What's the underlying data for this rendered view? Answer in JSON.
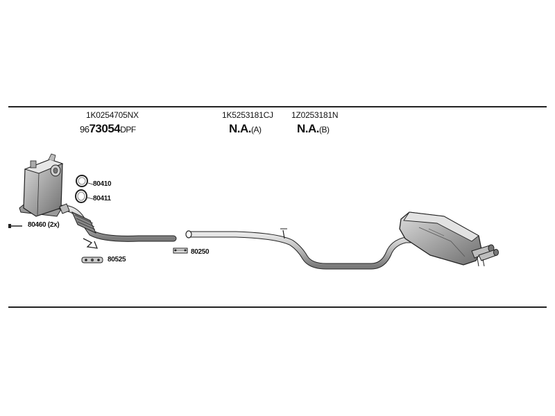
{
  "columns": [
    {
      "part_no": "1K0254705NX",
      "num_prefix": "96",
      "num_main": "73054",
      "num_suffix": "DPF"
    },
    {
      "part_no": "1K5253181CJ",
      "num_main": "N.A.",
      "num_suffix": "(A)"
    },
    {
      "part_no": "1Z0253181N",
      "num_main": "N.A.",
      "num_suffix": "(B)"
    }
  ],
  "callouts": {
    "ring_upper": "80410",
    "ring_lower": "80411",
    "bolt": "80460 (2x)",
    "gasket": "80525",
    "clamp": "80250"
  }
}
